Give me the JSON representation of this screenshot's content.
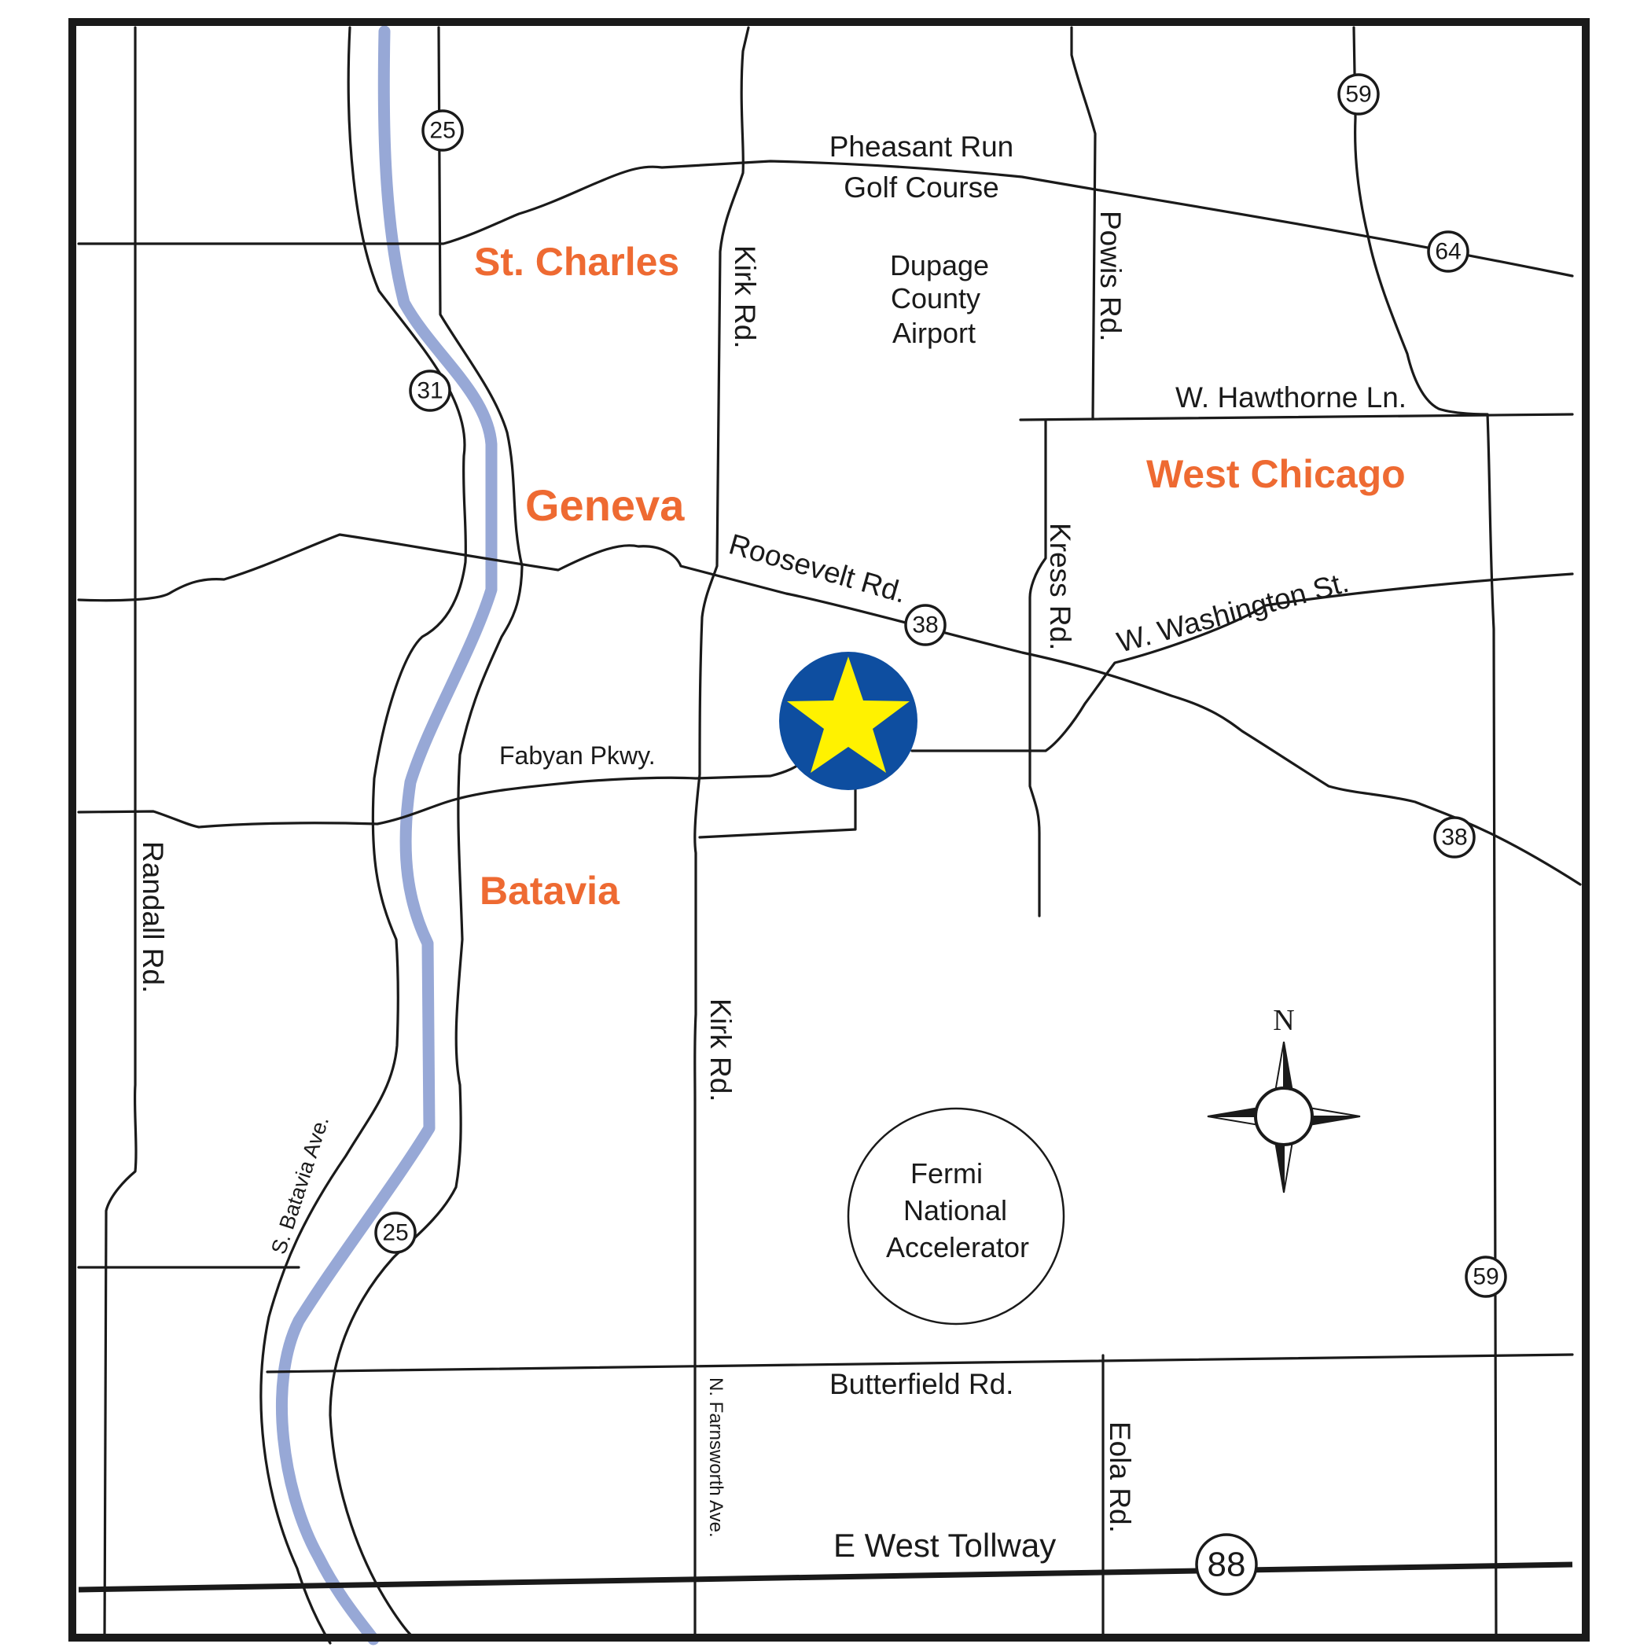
{
  "colors": {
    "city": "#ee6a32",
    "river": "#97a8d6",
    "marker_fill": "#0e4ea0",
    "marker_star": "#fff200",
    "ink": "#1a1a1a"
  },
  "cities": {
    "st_charles": "St. Charles",
    "geneva": "Geneva",
    "batavia": "Batavia",
    "west_chicago": "West Chicago"
  },
  "roads": {
    "pheasant_run_1": "Pheasant Run",
    "pheasant_run_2": "Golf Course",
    "kirk_north": "Kirk Rd.",
    "kirk_south": "Kirk Rd.",
    "powis": "Powis Rd.",
    "hawthorne": "W. Hawthorne Ln.",
    "roosevelt": "Roosevelt Rd.",
    "kress": "Kress Rd.",
    "washington": "W. Washington St.",
    "fabyan": "Fabyan Pkwy.",
    "randall": "Randall Rd.",
    "s_batavia": "S. Batavia Ave.",
    "farnsworth": "N. Farnsworth Ave.",
    "butterfield": "Butterfield Rd.",
    "eola": "Eola Rd.",
    "tollway": "E West Tollway"
  },
  "places": {
    "airport": [
      "Dupage",
      "County",
      "Airport"
    ],
    "fermi": [
      "Fermi",
      "National",
      "Accelerator"
    ]
  },
  "shields": {
    "rt25_north": "25",
    "rt31": "31",
    "rt59_north": "59",
    "rt64": "64",
    "rt38_west": "38",
    "rt38_east": "38",
    "rt25_south": "25",
    "rt59_south": "59",
    "i88": "88"
  },
  "compass": {
    "north_label": "N"
  },
  "marker": {
    "icon": "star-marker-icon"
  }
}
